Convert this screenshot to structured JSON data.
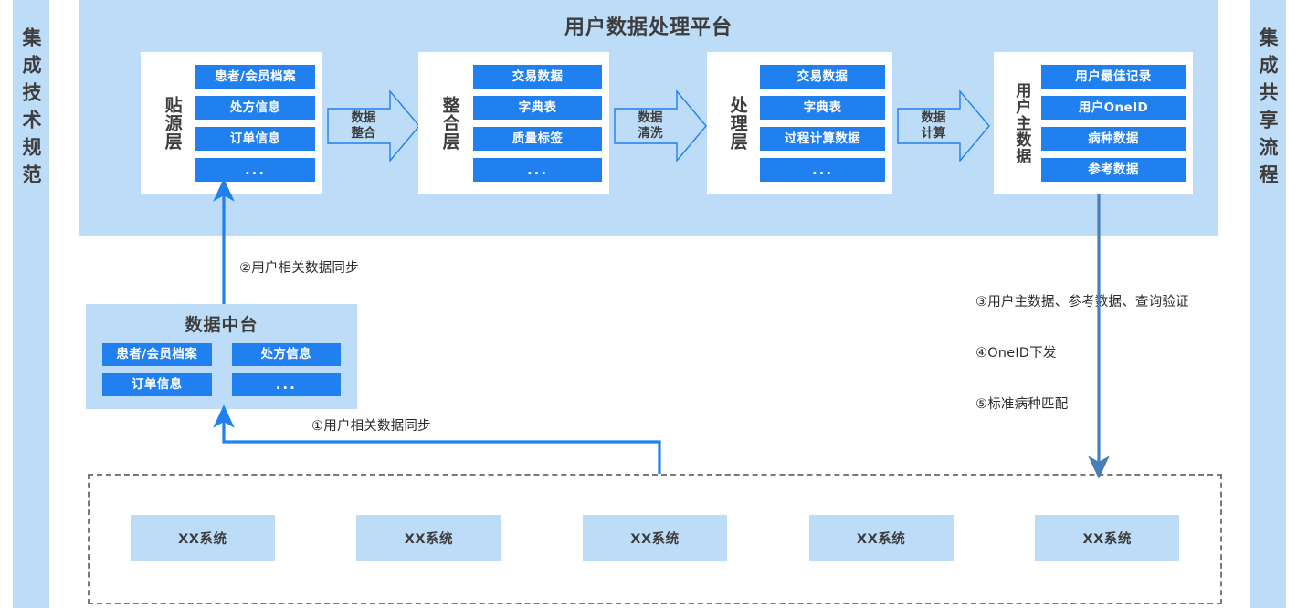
{
  "side_bands": {
    "left_label": "集成技术规范",
    "right_label": "集成共享流程"
  },
  "platform": {
    "title": "用户数据处理平台",
    "layers": [
      {
        "name": "贴源层",
        "items": [
          "患者/会员档案",
          "处方信息",
          "订单信息",
          "..."
        ]
      },
      {
        "name": "整合层",
        "items": [
          "交易数据",
          "字典表",
          "质量标签",
          "..."
        ]
      },
      {
        "name": "处理层",
        "items": [
          "交易数据",
          "字典表",
          "过程计算数据",
          "..."
        ]
      },
      {
        "name": "用户主数据",
        "items": [
          "用户最佳记录",
          "用户OneID",
          "病种数据",
          "参考数据"
        ]
      }
    ],
    "arrows": [
      {
        "line1": "数据",
        "line2": "整合"
      },
      {
        "line1": "数据",
        "line2": "清洗"
      },
      {
        "line1": "数据",
        "line2": "计算"
      }
    ]
  },
  "data_midend": {
    "title": "数据中台",
    "items": [
      "患者/会员档案",
      "处方信息",
      "订单信息",
      "..."
    ]
  },
  "annotations": {
    "flow1": "①用户相关数据同步",
    "flow2": "②用户相关数据同步",
    "flow3": "③用户主数据、参考数据、查询验证",
    "flow4": "④OneID下发",
    "flow5": "⑤标准病种匹配"
  },
  "systems": {
    "boxes": [
      "XX系统",
      "XX系统",
      "XX系统",
      "XX系统",
      "XX系统"
    ]
  },
  "colors": {
    "panel_bg": "#bcdcf8",
    "chip_bg": "#2080f0",
    "arrow_blue": "#2080f0",
    "connector_blue": "#4a7ebb",
    "dashed_border": "#7a7a7a",
    "text_dark": "#3d3d3d"
  }
}
